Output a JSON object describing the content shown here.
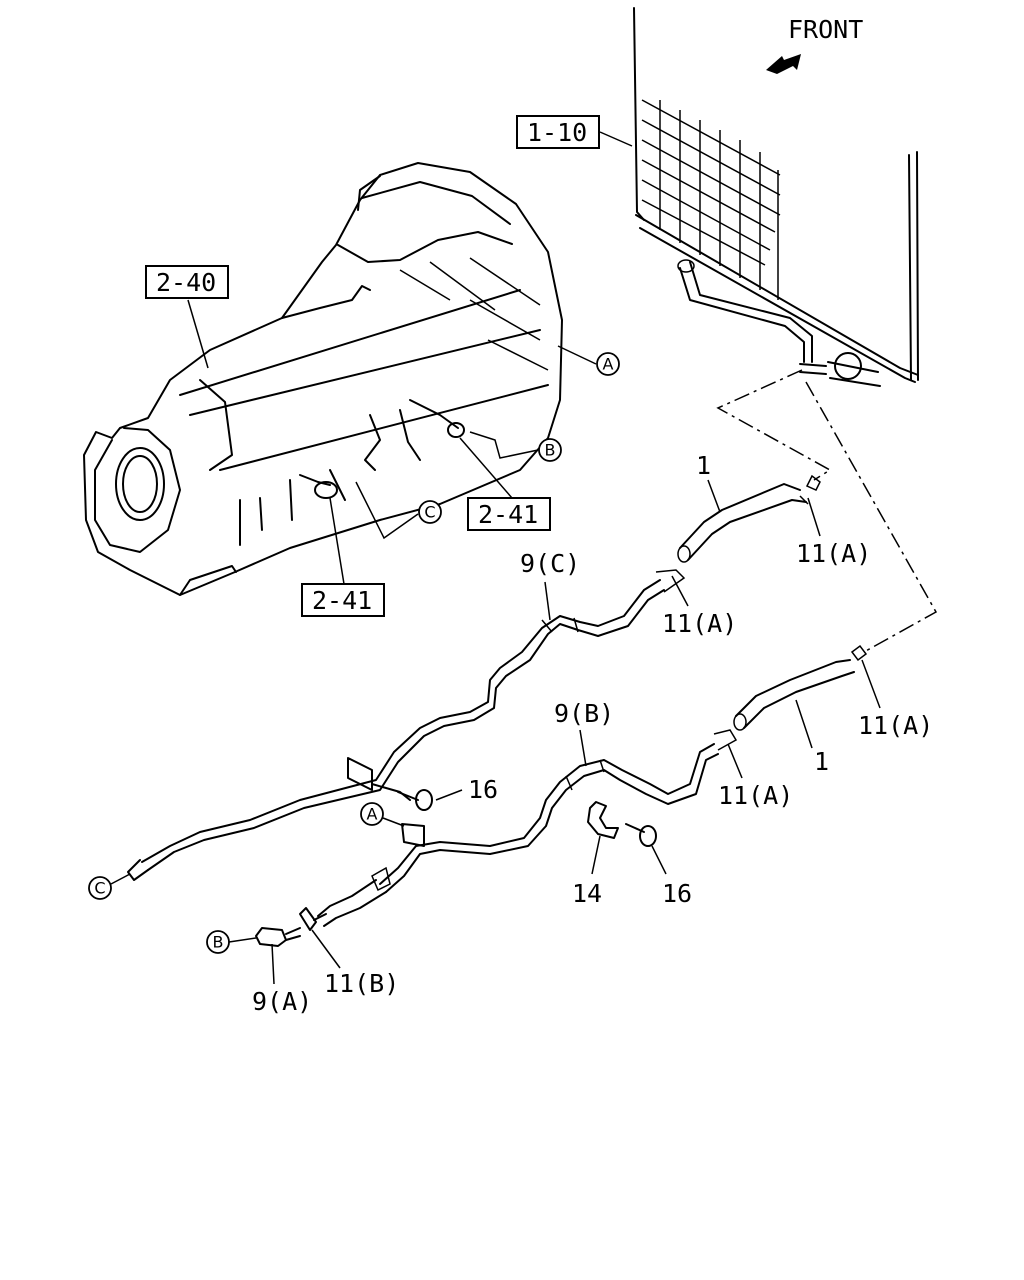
{
  "front_label": "FRONT",
  "ref_boxes": {
    "radiator": "1-10",
    "transmission": "2-40",
    "fitting_upper": "2-41",
    "fitting_lower": "2-41"
  },
  "connectors": {
    "a_trans": "A",
    "b_trans": "B",
    "c_trans": "C",
    "a_bracket": "A",
    "b_end": "B",
    "c_end": "C"
  },
  "part_labels": {
    "hose_upper": "1",
    "hose_lower": "1",
    "clamp_upper_hose": "11(A)",
    "clamp_upper_pipe": "11(A)",
    "clamp_lower_hose": "11(A)",
    "clamp_lower_pipe": "11(A)",
    "clamp_b": "11(B)",
    "pipe_c": "9(C)",
    "pipe_b": "9(B)",
    "pipe_a": "9(A)",
    "bolt_upper": "16",
    "bolt_lower": "16",
    "clip": "14"
  }
}
